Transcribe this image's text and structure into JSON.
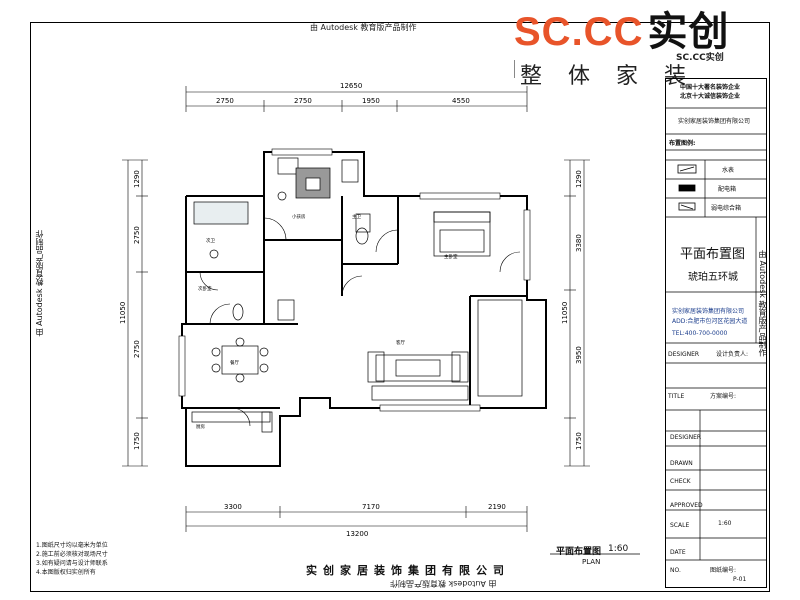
{
  "watermark": "由 Autodesk 教育版产品制作",
  "brand": {
    "logo_text": "SC.CC",
    "logo_cn": "实创",
    "small_logo": "SC.CC实创",
    "slogan": "整体家装",
    "colors": {
      "brand": "#e8542a",
      "line": "#000000",
      "accent_blue": "#1a3c8c"
    }
  },
  "title_block": {
    "rank1": "中国十大著名装饰企业",
    "rank2": "北京十大诚信装饰企业",
    "company": "实创家居装饰集团有限公司",
    "legend_title": "布置图例:",
    "legend": [
      {
        "label": "水表"
      },
      {
        "label": "配电箱"
      },
      {
        "label": "弱电综合箱"
      }
    ],
    "drawing_title": "平面布置图",
    "project": "琥珀五环城",
    "company_small": "实创家居装饰集团有限公司",
    "address": "ADD:合肥市包河区花园大道",
    "tel": "TEL:400-700-0000",
    "rows": [
      "DESIGNER",
      "设计负责人:",
      "TITLE",
      "方案编号:",
      "DESIGNER",
      "DRAWN",
      "CHECK",
      "APPROVED",
      "SCALE",
      "DATE",
      "NO.",
      "图纸编号:"
    ],
    "scale_value": "1:60",
    "sheet_no": "P-01"
  },
  "plan": {
    "footer_company": "实创家居装饰集团有限公司",
    "plan_label": "平面布置图",
    "plan_scale": "1:60",
    "plan_en": "PLAN",
    "top_total": "12650",
    "top_segments": [
      "2750",
      "2750",
      "1950",
      "4550"
    ],
    "bottom_segments": [
      "3300",
      "7170",
      "2190"
    ],
    "bottom_total": "13200",
    "left_total": "11050",
    "left_segments": [
      "1290",
      "2750",
      "2750",
      "1750"
    ],
    "right_total": "11050",
    "right_segments": [
      "1290",
      "3380",
      "3950",
      "1750"
    ],
    "rooms": {
      "study": "小孩房",
      "secondary_bath": "次卫",
      "bedroom2": "次卧室",
      "master_bath": "主卫",
      "master_bedroom": "主卧室",
      "dining": "餐厅",
      "living": "客厅",
      "kitchen": "厨房"
    },
    "notes": [
      "1.图纸尺寸均以毫米为单位",
      "2.施工前必须核对现场尺寸",
      "3.如有疑问请与设计师联系",
      "4.本图版权归实创所有"
    ]
  }
}
